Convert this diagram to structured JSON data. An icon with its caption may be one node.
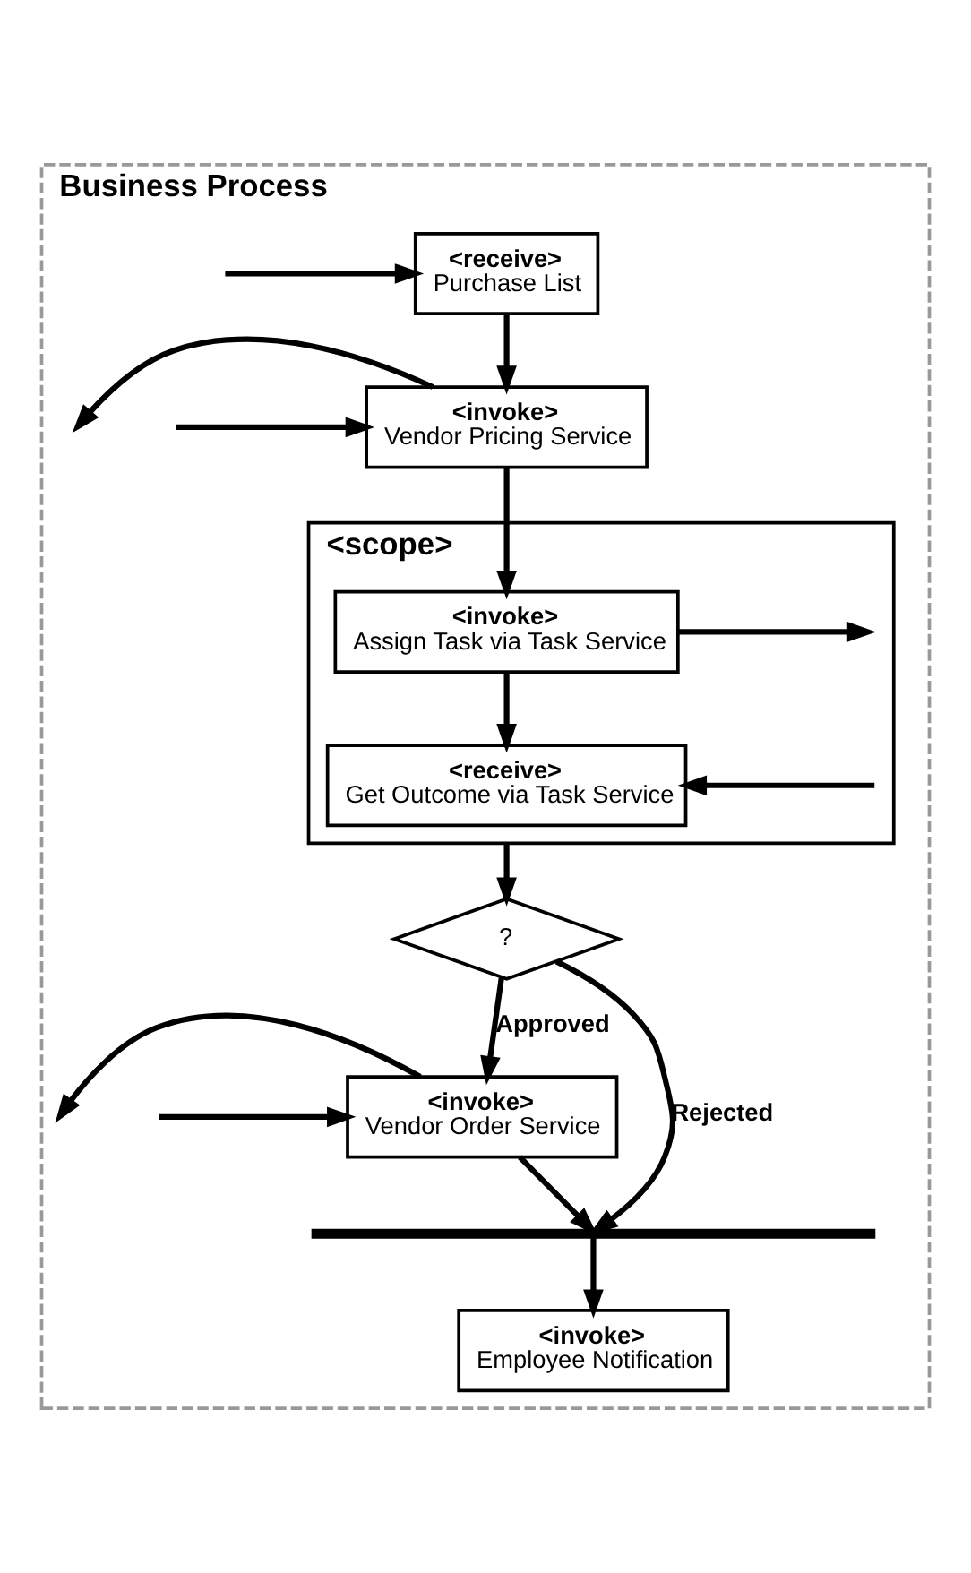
{
  "diagram": {
    "nodes": [
      {
        "text": [
          "Business Process"
        ]
      },
      {
        "text": [
          "<receive>",
          "Purchase List"
        ],
        "in": 0
      },
      {
        "text": [
          "<invoke>",
          "Vendor Pricing Service"
        ],
        "in": 0
      },
      {
        "text": [
          "<scope>"
        ],
        "in": 0
      },
      {
        "text": [
          "<invoke>",
          "Assign Task via Task Service"
        ],
        "in": 3
      },
      {
        "text": [
          "<receive>",
          "Get Outcome via Task Service"
        ],
        "in": 3
      },
      {
        "text": [
          "?"
        ],
        "in": 0
      },
      {
        "text": [
          "<invoke>",
          "Vendor Order Service"
        ],
        "in": 0
      },
      {
        "text": [],
        "shape": "bar",
        "in": 0
      },
      {
        "text": [
          "<invoke>",
          "Employee Notification"
        ],
        "in": 0
      }
    ],
    "edges": [
      {
        "from": null,
        "to": 1,
        "arrow": "to"
      },
      {
        "from": 1,
        "to": 2,
        "arrow": "to"
      },
      {
        "from": 2,
        "to": null,
        "arrow": "to"
      },
      {
        "from": null,
        "to": 2,
        "arrow": "to"
      },
      {
        "from": 2,
        "to": 4,
        "arrow": "to"
      },
      {
        "from": 4,
        "to": null,
        "arrow": "to"
      },
      {
        "from": 4,
        "to": 5,
        "arrow": "to"
      },
      {
        "from": null,
        "to": 5,
        "arrow": "to"
      },
      {
        "from": 3,
        "to": 6,
        "arrow": "to"
      },
      {
        "from": 6,
        "to": 7,
        "label": "Approved",
        "arrow": "to"
      },
      {
        "from": 6,
        "to": 8,
        "label": "Rejected",
        "arrow": "to"
      },
      {
        "from": 7,
        "to": null,
        "arrow": "to"
      },
      {
        "from": null,
        "to": 7,
        "arrow": "to"
      },
      {
        "from": 7,
        "to": 8,
        "arrow": "to"
      },
      {
        "from": 8,
        "to": 9,
        "arrow": "to"
      }
    ]
  }
}
